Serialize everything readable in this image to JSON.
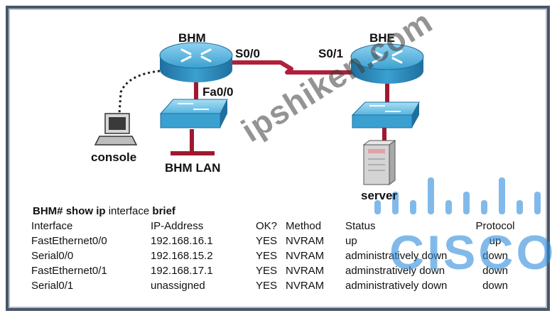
{
  "devices": {
    "bhm": "BHM",
    "bhe": "BHE",
    "console": "console",
    "bhm_lan": "BHM LAN",
    "server": "server"
  },
  "interfaces": {
    "s0_0": "S0/0",
    "s0_1": "S0/1",
    "fa0_0": "Fa0/0"
  },
  "command": {
    "prompt": "BHM#",
    "show_ip": "show ip",
    "interface": "interface",
    "brief": "brief"
  },
  "table": {
    "headers": [
      "Interface",
      "IP-Address",
      "OK?",
      "Method",
      "Status",
      "Protocol"
    ],
    "rows": [
      [
        "FastEthernet0/0",
        "192.168.16.1",
        "YES",
        "NVRAM",
        "up",
        "up"
      ],
      [
        "Serial0/0",
        "192.168.15.2",
        "YES",
        "NVRAM",
        "administratively down",
        "down"
      ],
      [
        "FastEthernet0/1",
        "192.168.17.1",
        "YES",
        "NVRAM",
        "adminstratively down",
        "down"
      ],
      [
        "Serial0/1",
        "unassigned",
        "YES",
        "NVRAM",
        "administratively down",
        "down"
      ]
    ]
  },
  "watermark": "ipshiken.com",
  "cisco_logo": "CISCO",
  "colors": {
    "device_blue": "#3aa0d0",
    "serial_link": "#b0203a",
    "lan_link": "#a01830",
    "cisco_blue": "#2d8cdc"
  }
}
